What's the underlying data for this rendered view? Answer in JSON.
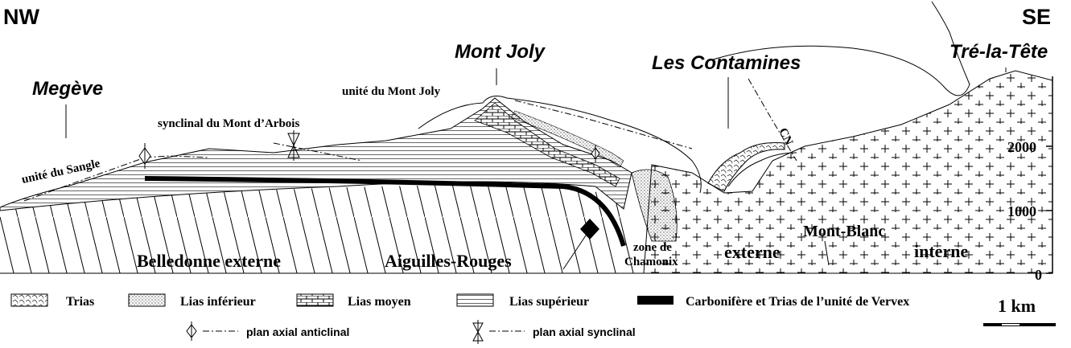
{
  "orientation": {
    "left": "NW",
    "right": "SE"
  },
  "places": {
    "megeve": "Megève",
    "mont_joly": "Mont Joly",
    "les_contamines": "Les Contamines",
    "tre_la_tete": "Tré-la-Tête"
  },
  "units": {
    "sangle": "unité du Sangle",
    "synclinal_arbois": "synclinal du Mont d’Arbois",
    "mont_joly_unit": "unité du Mont Joly",
    "cn": "CN",
    "belledonne": "Belledonne externe",
    "aiguilles_rouges": "Aiguilles-Rouges",
    "zone_chamonix_1": "zone de",
    "zone_chamonix_2": "Chamonix",
    "externe": "externe",
    "mont_blanc": "Mont-Blanc",
    "interne": "interne"
  },
  "altitude_ticks": [
    "2000",
    "1000",
    "0"
  ],
  "legend": {
    "trias": "Trias",
    "lias_inferieur": "Lias inférieur",
    "lias_moyen": "Lias moyen",
    "lias_superieur": "Lias supérieur",
    "carbonifere": "Carbonifère et Trias de l’unité de Vervex",
    "anticlinal": "plan axial anticlinal",
    "synclinal": "plan axial  synclinal"
  },
  "scale": "1 km"
}
